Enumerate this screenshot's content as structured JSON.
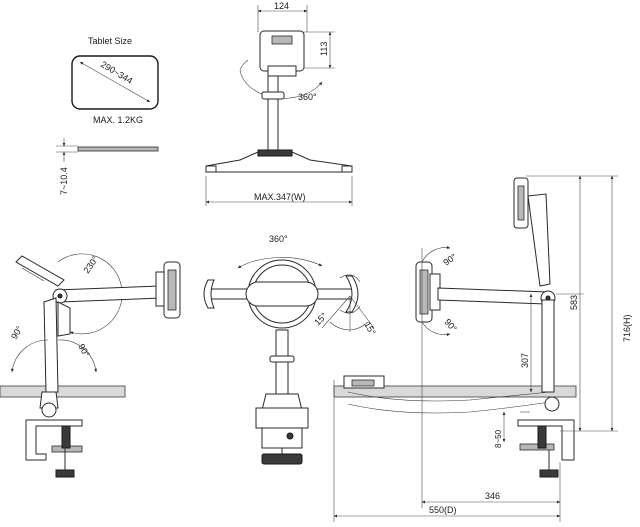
{
  "tablet_size": {
    "title": "Tablet Size",
    "diagonal": "290~344",
    "max_weight": "MAX. 1.2KG",
    "thickness": "7~10.4"
  },
  "front_view": {
    "width_top": "124",
    "height_top": "113",
    "rotation": "360°",
    "max_width": "MAX.347(W)"
  },
  "side_left": {
    "tilt": "230°",
    "angle_left": "90°",
    "angle_right": "90°"
  },
  "center_view": {
    "rotation": "360°",
    "tilt_left": "15°",
    "tilt_right": "15°"
  },
  "side_right": {
    "angle_top": "90°",
    "angle_bottom": "90°",
    "height_307": "307",
    "height_583": "583",
    "height_716": "716(H)",
    "clamp_range": "8~50",
    "depth_346": "346",
    "depth_550": "550(D)"
  }
}
